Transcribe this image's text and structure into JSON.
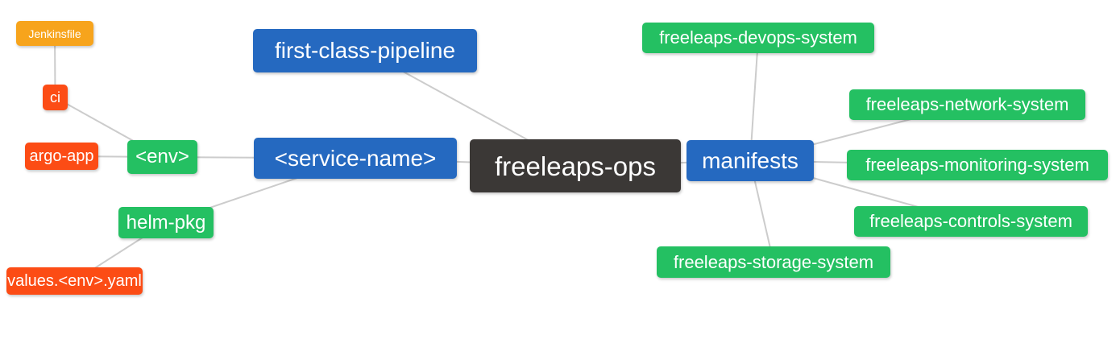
{
  "diagram": {
    "type": "mindmap",
    "background": "#ffffff",
    "edge_color": "#cccccc"
  },
  "colors": {
    "root_node": "#3b3836",
    "branch_blue": "#2569c0",
    "leaf_green": "#24c062",
    "leaf_red": "#fc4c15",
    "leaf_orange": "#f7a41c",
    "node_text": "#ffffff"
  },
  "nodes": {
    "root": {
      "label": "freeleaps-ops"
    },
    "first_class_pipeline": {
      "label": "first-class-pipeline"
    },
    "service_name": {
      "label": "<service-name>"
    },
    "manifests": {
      "label": "manifests"
    },
    "env": {
      "label": "<env>"
    },
    "helm_pkg": {
      "label": "helm-pkg"
    },
    "ci": {
      "label": "ci"
    },
    "argo_app": {
      "label": "argo-app"
    },
    "jenkinsfile": {
      "label": "Jenkinsfile"
    },
    "values_env_yaml": {
      "label": "values.<env>.yaml"
    },
    "devops_system": {
      "label": "freeleaps-devops-system"
    },
    "network_system": {
      "label": "freeleaps-network-system"
    },
    "monitoring_system": {
      "label": "freeleaps-monitoring-system"
    },
    "controls_system": {
      "label": "freeleaps-controls-system"
    },
    "storage_system": {
      "label": "freeleaps-storage-system"
    }
  }
}
